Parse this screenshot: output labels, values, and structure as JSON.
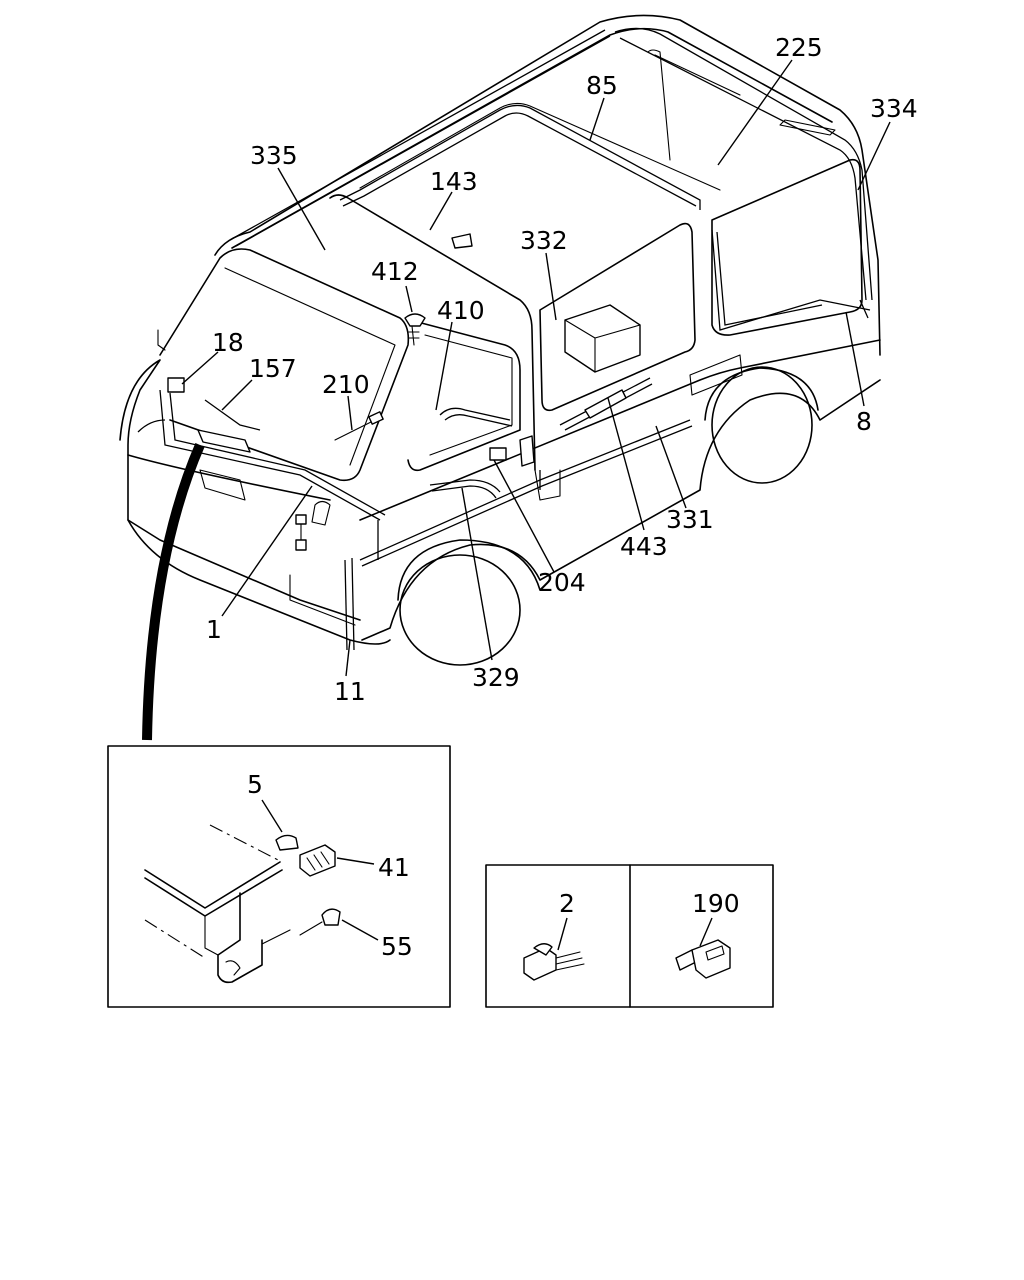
{
  "diagram": {
    "callouts": [
      "225",
      "85",
      "334",
      "335",
      "143",
      "332",
      "412",
      "410",
      "18",
      "157",
      "210",
      "8",
      "331",
      "443",
      "204",
      "329",
      "1",
      "11"
    ],
    "detail_left": {
      "callouts": [
        "5",
        "41",
        "55"
      ]
    },
    "detail_right": {
      "callouts": [
        "2",
        "190"
      ]
    }
  }
}
